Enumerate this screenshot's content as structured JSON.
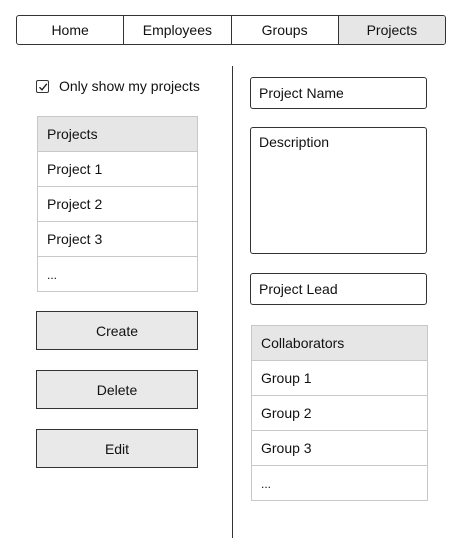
{
  "nav": {
    "tabs": [
      {
        "label": "Home"
      },
      {
        "label": "Employees"
      },
      {
        "label": "Groups"
      },
      {
        "label": "Projects",
        "active": true
      }
    ]
  },
  "filter": {
    "label": "Only show my projects",
    "checked": true
  },
  "projects_list": {
    "header": "Projects",
    "items": [
      "Project 1",
      "Project 2",
      "Project 3",
      "..."
    ]
  },
  "buttons": {
    "create": "Create",
    "delete": "Delete",
    "edit": "Edit"
  },
  "form": {
    "project_name": "Project Name",
    "description": "Description",
    "project_lead": "Project Lead"
  },
  "collaborators_list": {
    "header": "Collaborators",
    "items": [
      "Group 1",
      "Group 2",
      "Group 3",
      "..."
    ]
  }
}
